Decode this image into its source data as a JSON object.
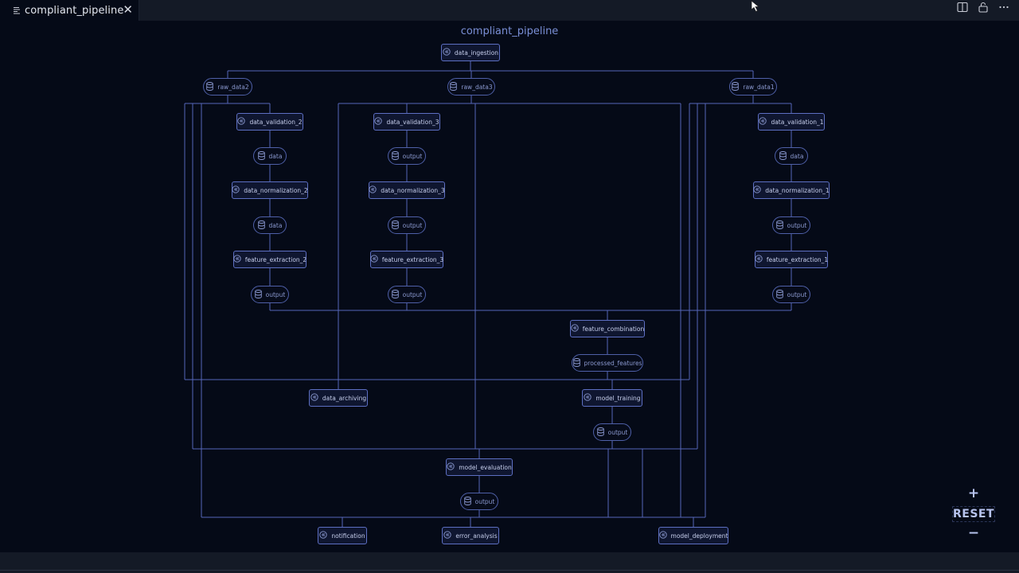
{
  "tab": {
    "label": "compliant_pipeline",
    "close_glyph": "✕"
  },
  "diagram": {
    "title": "compliant_pipeline",
    "colors": {
      "edge": "#5566b8",
      "task_border": "#5d6fc2",
      "data_border": "#4f60a8",
      "text": "#c6ceec"
    },
    "nodes": [
      {
        "id": "data_ingestion",
        "label": "data_ingestion",
        "kind": "task"
      },
      {
        "id": "raw_data2",
        "label": "raw_data2",
        "kind": "data"
      },
      {
        "id": "raw_data3",
        "label": "raw_data3",
        "kind": "data"
      },
      {
        "id": "raw_data1",
        "label": "raw_data1",
        "kind": "data"
      },
      {
        "id": "data_validation_2",
        "label": "data_validation_2",
        "kind": "task"
      },
      {
        "id": "data_validation_3",
        "label": "data_validation_3",
        "kind": "task"
      },
      {
        "id": "data_validation_1",
        "label": "data_validation_1",
        "kind": "task"
      },
      {
        "id": "v2_out",
        "label": "data",
        "kind": "data"
      },
      {
        "id": "v3_out",
        "label": "output",
        "kind": "data"
      },
      {
        "id": "v1_out",
        "label": "data",
        "kind": "data"
      },
      {
        "id": "data_normalization_2",
        "label": "data_normalization_2",
        "kind": "task"
      },
      {
        "id": "data_normalization_3",
        "label": "data_normalization_3",
        "kind": "task"
      },
      {
        "id": "data_normalization_1",
        "label": "data_normalization_1",
        "kind": "task"
      },
      {
        "id": "n2_out",
        "label": "data",
        "kind": "data"
      },
      {
        "id": "n3_out",
        "label": "output",
        "kind": "data"
      },
      {
        "id": "n1_out",
        "label": "output",
        "kind": "data"
      },
      {
        "id": "feature_extraction_2",
        "label": "feature_extraction_2",
        "kind": "task"
      },
      {
        "id": "feature_extraction_3",
        "label": "feature_extraction_3",
        "kind": "task"
      },
      {
        "id": "feature_extraction_1",
        "label": "feature_extraction_1",
        "kind": "task"
      },
      {
        "id": "f2_out",
        "label": "output",
        "kind": "data"
      },
      {
        "id": "f3_out",
        "label": "output",
        "kind": "data"
      },
      {
        "id": "f1_out",
        "label": "output",
        "kind": "data"
      },
      {
        "id": "feature_combination",
        "label": "feature_combination",
        "kind": "task"
      },
      {
        "id": "processed_features",
        "label": "processed_features",
        "kind": "data"
      },
      {
        "id": "data_archiving",
        "label": "data_archiving",
        "kind": "task"
      },
      {
        "id": "model_training",
        "label": "model_training",
        "kind": "task"
      },
      {
        "id": "mt_out",
        "label": "output",
        "kind": "data"
      },
      {
        "id": "model_evaluation",
        "label": "model_evaluation",
        "kind": "task"
      },
      {
        "id": "me_out",
        "label": "output",
        "kind": "data"
      },
      {
        "id": "notification",
        "label": "notification",
        "kind": "task"
      },
      {
        "id": "error_analysis",
        "label": "error_analysis",
        "kind": "task"
      },
      {
        "id": "model_deployment",
        "label": "model_deployment",
        "kind": "task"
      }
    ]
  },
  "zoom": {
    "plus": "+",
    "reset": "RESET",
    "minus": "−"
  }
}
